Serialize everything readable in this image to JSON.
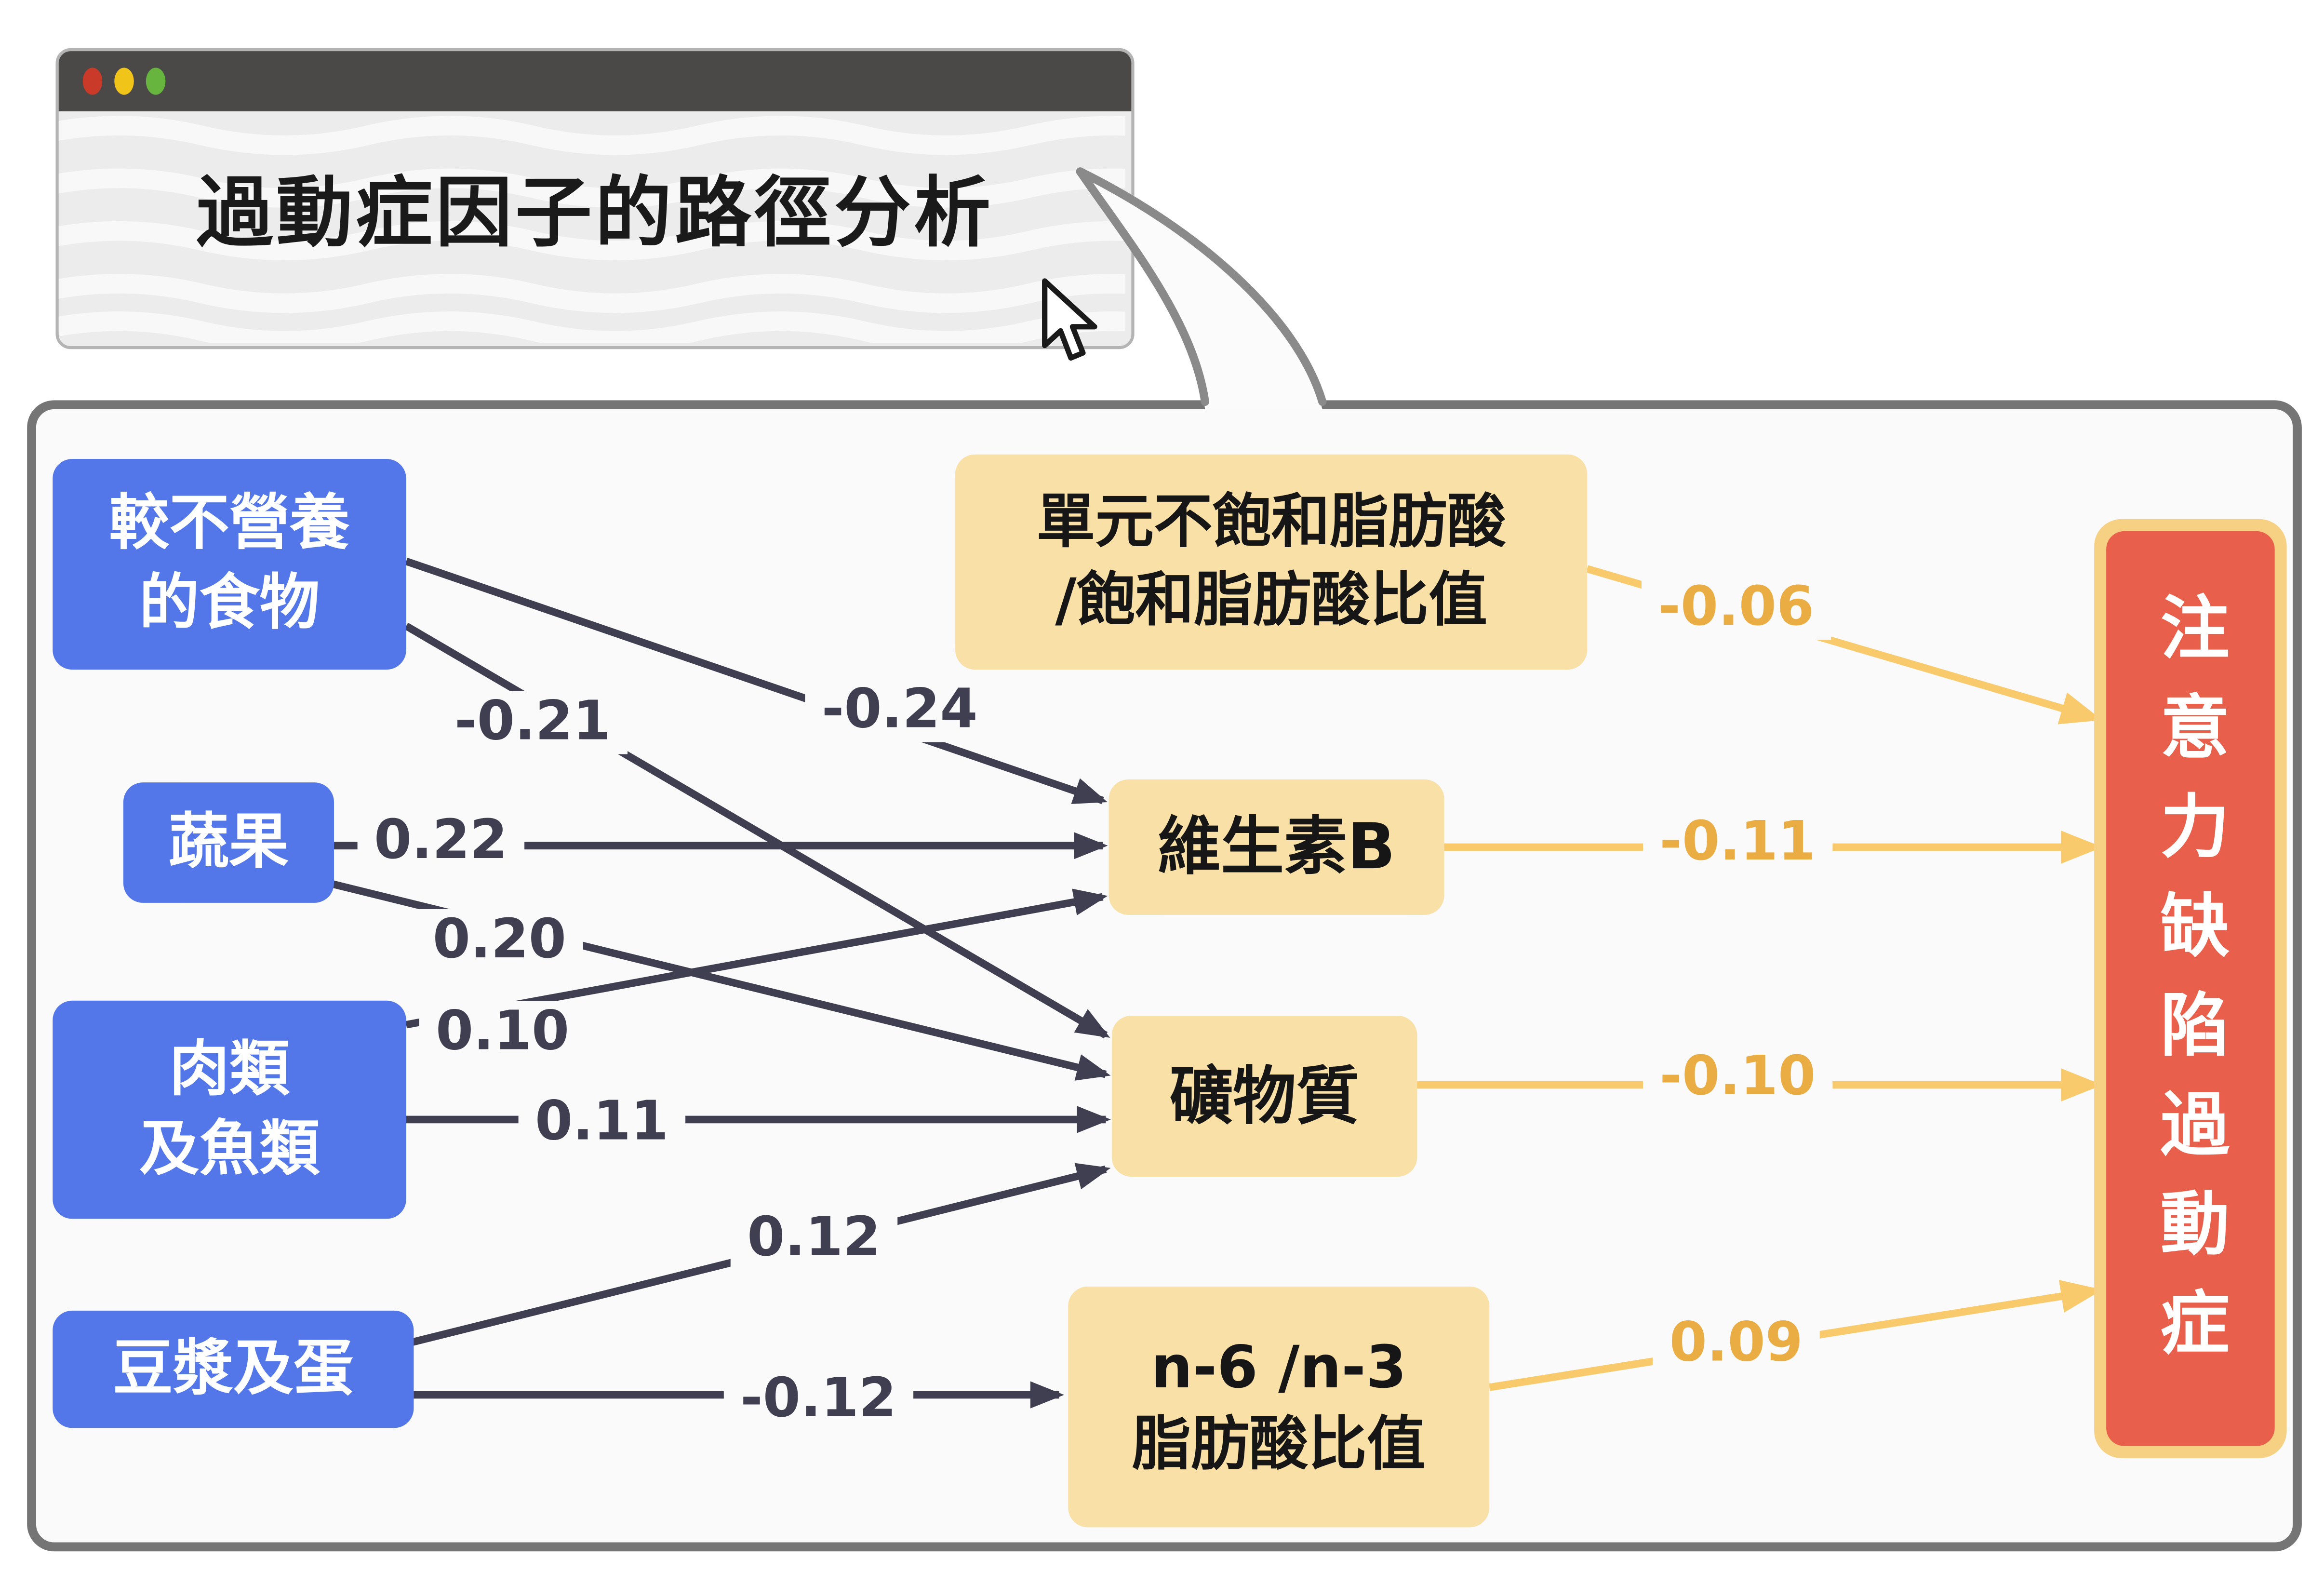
{
  "browser": {
    "title": "過動症因子的路徑分析"
  },
  "diagram": {
    "sources": [
      {
        "label": "較不營養\n的食物"
      },
      {
        "label": "蔬果"
      },
      {
        "label": "肉類\n及魚類"
      },
      {
        "label": "豆漿及蛋"
      }
    ],
    "mediators": [
      {
        "label": "單元不飽和脂肪酸\n/飽和脂肪酸比值"
      },
      {
        "label": "維生素B"
      },
      {
        "label": "礦物質"
      },
      {
        "label": "n-6 /n-3\n脂肪酸比值"
      }
    ],
    "outcome": {
      "label": "注意力缺陷過動症"
    },
    "paths": {
      "left": [
        {
          "from": "較不營養的食物",
          "to": "維生素B",
          "value": "-0.24"
        },
        {
          "from": "較不營養的食物",
          "to": "礦物質",
          "value": "-0.21"
        },
        {
          "from": "蔬果",
          "to": "維生素B",
          "value": "0.22"
        },
        {
          "from": "蔬果",
          "to": "礦物質",
          "value": "0.20"
        },
        {
          "from": "肉類及魚類",
          "to": "維生素B",
          "value": "0.10"
        },
        {
          "from": "肉類及魚類",
          "to": "礦物質",
          "value": "0.11"
        },
        {
          "from": "豆漿及蛋",
          "to": "礦物質",
          "value": "0.12"
        },
        {
          "from": "豆漿及蛋",
          "to": "n-6/n-3脂肪酸比值",
          "value": "-0.12"
        }
      ],
      "right": [
        {
          "from": "單元不飽和脂肪酸/飽和脂肪酸比值",
          "to": "注意力缺陷過動症",
          "value": "-0.06"
        },
        {
          "from": "維生素B",
          "to": "注意力缺陷過動症",
          "value": "-0.11"
        },
        {
          "from": "礦物質",
          "to": "注意力缺陷過動症",
          "value": "-0.10"
        },
        {
          "from": "n-6/n-3脂肪酸比值",
          "to": "注意力缺陷過動症",
          "value": "0.09"
        }
      ]
    }
  },
  "colors": {
    "source_box": "#5377E8",
    "mediator_box": "#F8E0A6",
    "outcome_box": "#E8604C",
    "outcome_border": "#F7D183",
    "dark_path": "#3F3F51",
    "outcome_path": "#F8CA6B",
    "right_label": "#E9AD43",
    "traffic_red": "#C93A28",
    "traffic_yellow": "#F0C419",
    "traffic_green": "#67B53F"
  }
}
